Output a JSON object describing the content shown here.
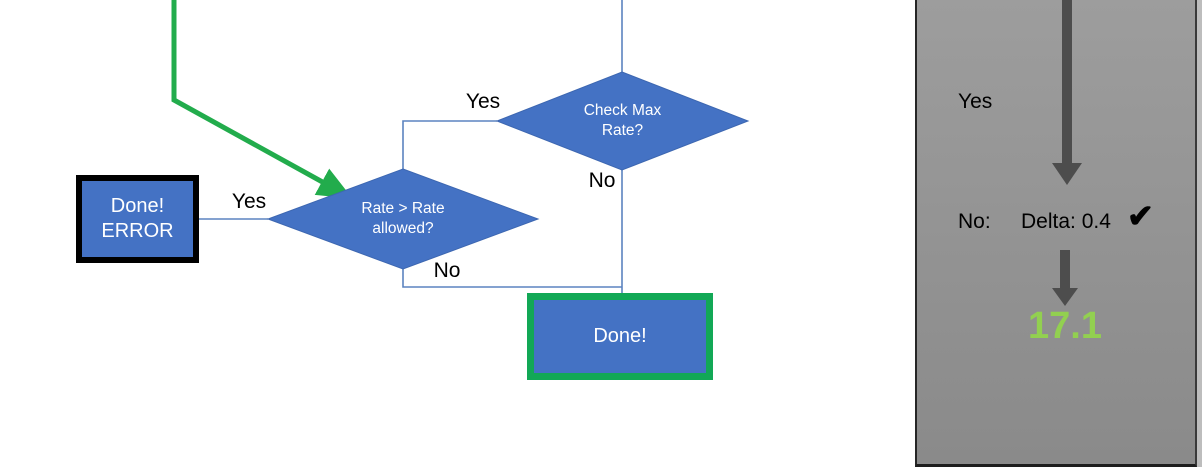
{
  "flowchart": {
    "decisions": [
      {
        "label": "Check Max Rate?",
        "yes": "Yes",
        "no": "No"
      },
      {
        "label": "Rate > Rate allowed?",
        "yes": "Yes",
        "no": "No"
      }
    ],
    "error_box": {
      "line1": "Done!",
      "line2": "ERROR"
    },
    "done_box": {
      "label": "Done!"
    }
  },
  "panel": {
    "yes_label": "Yes",
    "no_prefix": "No:",
    "delta_text": "Delta: 0.4",
    "check_glyph": "✔",
    "result": "17.1"
  },
  "colors": {
    "shape_blue": "#4472C4",
    "shape_blue_edge": "#3d67b1",
    "connector_blue": "#5b83c0",
    "green": "#22ac4c",
    "green_border": "#12a856",
    "result_green": "#92d050",
    "arrow_gray": "#4d4d4d",
    "panel_gray_top": "#9d9d9d",
    "panel_gray_bottom": "#8a8a8a"
  }
}
